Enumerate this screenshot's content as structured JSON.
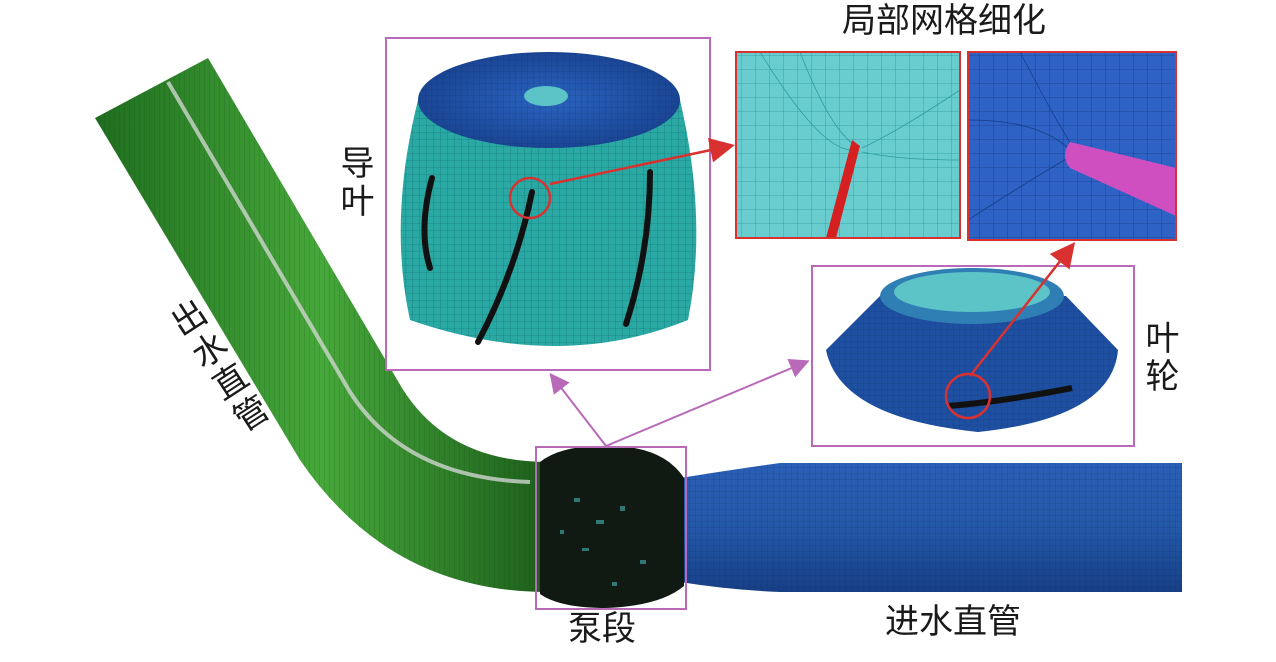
{
  "labels": {
    "title": "局部网格细化",
    "guide_vane": "导叶",
    "impeller": "叶轮",
    "outlet_pipe": "出水直管",
    "pump_section": "泵段",
    "inlet_pipe": "进水直管"
  },
  "colors": {
    "outlet_pipe": "#2f8f2a",
    "inlet_pipe": "#1f4fa0",
    "guide_vane_body": "#2aa8a4",
    "guide_vane_top": "#1e4f9e",
    "mesh_teal": "#6ecfd0",
    "blade_red": "#d42020",
    "blade_magenta": "#d04fc0",
    "callout_box": "#b86ab8",
    "callout_arrow": "#d93030"
  },
  "icons": {
    "pointer": "arrow"
  }
}
